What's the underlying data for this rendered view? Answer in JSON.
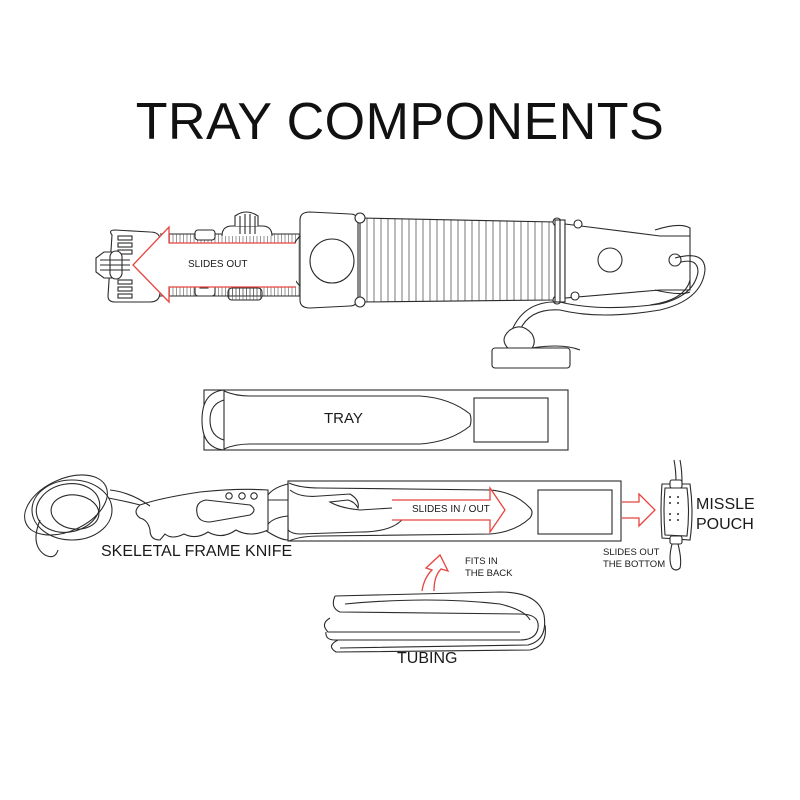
{
  "title": "TRAY COMPONENTS",
  "colors": {
    "line": "#2a2a2a",
    "arrow": "#e8443f",
    "background": "#ffffff"
  },
  "components": {
    "handle": {
      "arrow_label": "SLIDES OUT"
    },
    "tray": {
      "label": "TRAY"
    },
    "knife": {
      "label": "SKELETAL FRAME KNIFE",
      "arrow_label": "SLIDES IN / OUT"
    },
    "missle_pouch": {
      "label_line1": "MISSLE",
      "label_line2": "POUCH",
      "arrow_label_line1": "SLIDES OUT",
      "arrow_label_line2": "THE BOTTOM"
    },
    "tubing": {
      "label": "TUBING",
      "arrow_label_line1": "FITS IN",
      "arrow_label_line2": "THE BACK"
    }
  }
}
